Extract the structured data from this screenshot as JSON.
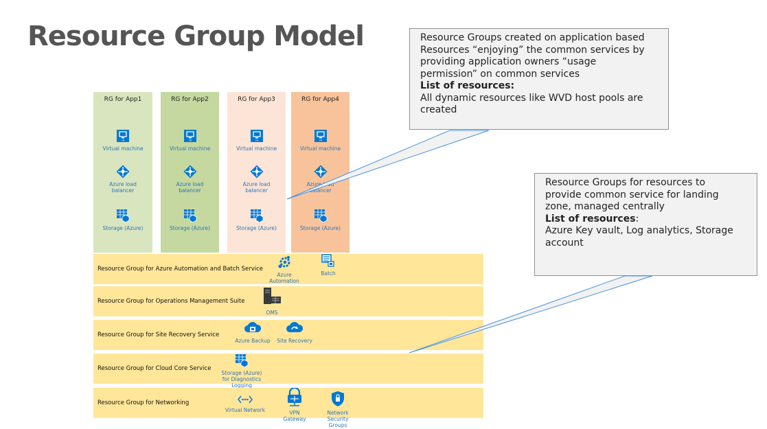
{
  "title": "Resource Group Model",
  "columns": [
    {
      "title": "RG for App1",
      "color": "#d9e5bf"
    },
    {
      "title": "RG for App2",
      "color": "#c4d8a0"
    },
    {
      "title": "RG for App3",
      "color": "#fce4d6"
    },
    {
      "title": "RG for App4",
      "color": "#f8c39b"
    }
  ],
  "column_resources": {
    "vm": "Virtual machine",
    "lb_line1": "Azure load",
    "lb_line2": "balancer",
    "storage": "Storage (Azure)"
  },
  "rows": [
    {
      "label": "Resource Group for Azure Automation and Batch Service",
      "items": [
        {
          "icon": "automation-icon",
          "lines": [
            "Azure",
            "Automation"
          ]
        },
        {
          "icon": "batch-icon",
          "lines": [
            "Batch"
          ]
        }
      ]
    },
    {
      "label": "Resource Group for Operations Management Suite",
      "items": [
        {
          "icon": "oms-server-icon",
          "lines": [
            "OMS"
          ]
        }
      ]
    },
    {
      "label": "Resource Group for Site Recovery Service",
      "items": [
        {
          "icon": "backup-cloud-icon",
          "lines": [
            "Azure Backup"
          ]
        },
        {
          "icon": "site-recovery-cloud-icon",
          "lines": [
            "Site Recovery"
          ]
        }
      ]
    },
    {
      "label": "Resource Group for Cloud Core Service",
      "items": [
        {
          "icon": "storage-icon",
          "lines": [
            "Storage (Azure)",
            "for Diagnostics",
            "Logging"
          ]
        }
      ]
    },
    {
      "label": "Resource Group for Networking",
      "items": [
        {
          "icon": "virtual-network-icon",
          "lines": [
            "Virtual Network"
          ]
        },
        {
          "icon": "vpn-gateway-icon",
          "lines": [
            "VPN",
            "Gateway"
          ]
        },
        {
          "icon": "nsg-shield-icon",
          "lines": [
            "Network",
            "Security",
            "Groups"
          ]
        }
      ]
    }
  ],
  "callouts": {
    "app": {
      "lines": [
        "Resource Groups created on application based",
        "Resources “enjoying” the common services by",
        "providing application owners “usage",
        "permission” on common services"
      ],
      "heading": "List of resources:",
      "tail": [
        "All dynamic resources like WVD host pools are",
        "created"
      ]
    },
    "core": {
      "lines": [
        "Resource Groups for resources to",
        "provide common service for landing",
        "zone, managed centrally"
      ],
      "heading": "List of resources",
      "heading_suffix": ":",
      "tail": [
        "Azure Key vault, Log analytics, Storage",
        "account"
      ]
    }
  },
  "colors": {
    "icon_blue": "#0078d4",
    "label_blue": "#2e75b6",
    "row_fill": "#ffe699",
    "callout_fill": "#f2f2f2"
  }
}
